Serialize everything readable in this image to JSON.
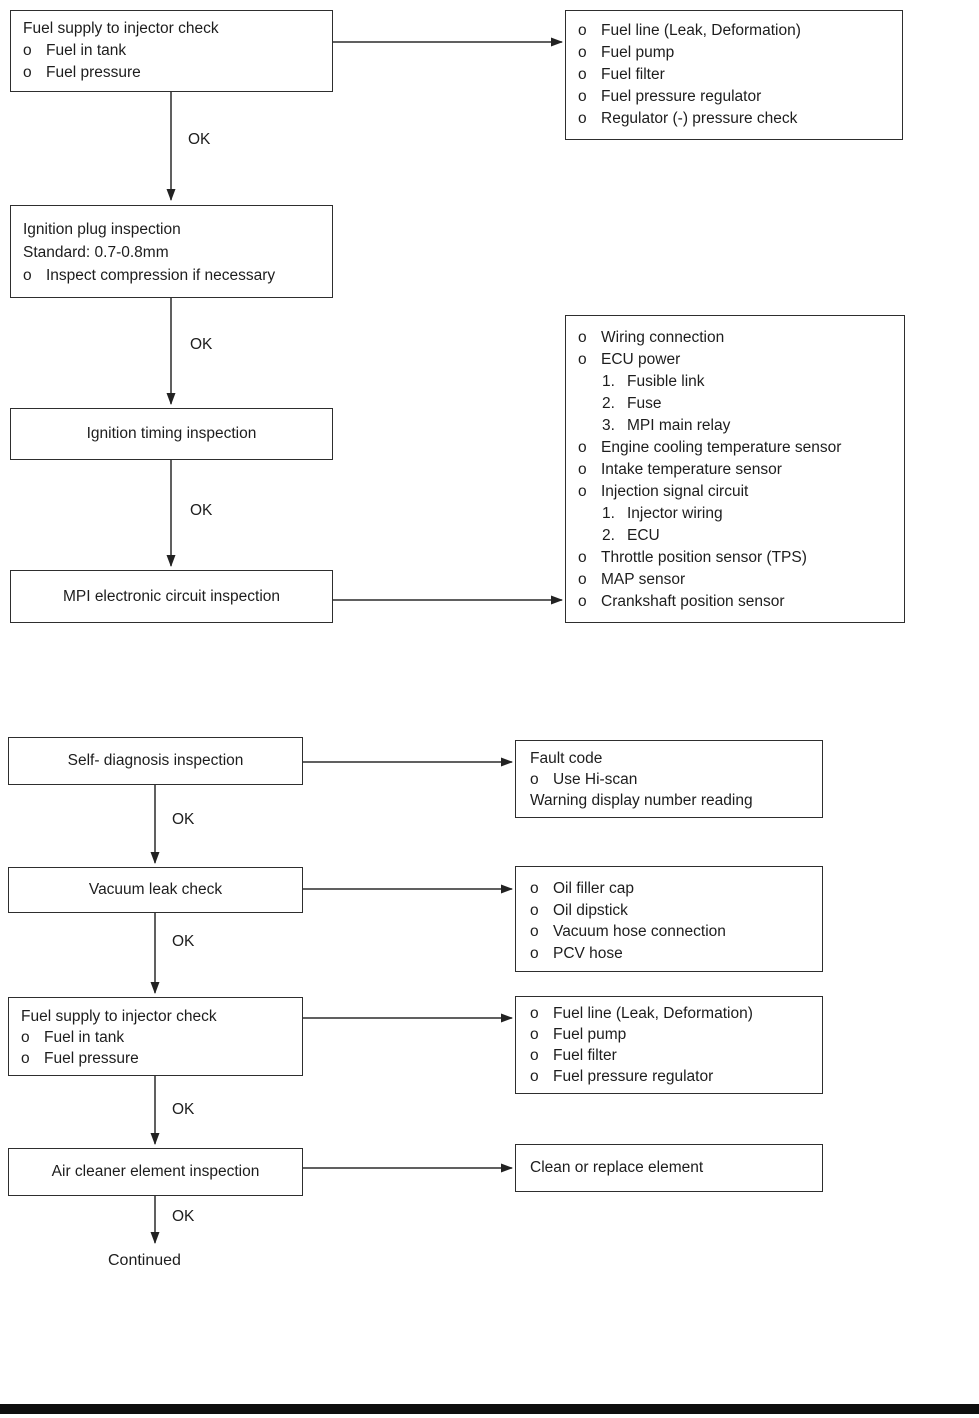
{
  "labels": {
    "ok": "OK",
    "continued": "Continued"
  },
  "nodes": {
    "fuel_supply_1": {
      "title": "Fuel supply to injector check",
      "items": [
        {
          "prefix": "o",
          "text": "Fuel in tank"
        },
        {
          "prefix": "o",
          "text": "Fuel pressure"
        }
      ]
    },
    "ignition_plug": {
      "line1": "Ignition plug inspection",
      "line2": "Standard: 0.7-0.8mm",
      "items": [
        {
          "prefix": "o",
          "text": "Inspect compression if necessary"
        }
      ]
    },
    "ignition_timing": {
      "title": "Ignition timing inspection"
    },
    "mpi_circuit": {
      "title": "MPI electronic circuit inspection"
    },
    "self_diagnosis": {
      "title": "Self- diagnosis inspection"
    },
    "vacuum_leak": {
      "title": "Vacuum leak check"
    },
    "fuel_supply_2": {
      "title": "Fuel supply to injector check",
      "items": [
        {
          "prefix": "o",
          "text": "Fuel in tank"
        },
        {
          "prefix": "o",
          "text": "Fuel pressure"
        }
      ]
    },
    "air_cleaner": {
      "title": "Air cleaner element inspection"
    }
  },
  "details": {
    "fuel_system_1": {
      "items": [
        {
          "prefix": "o",
          "text": "Fuel line (Leak, Deformation)"
        },
        {
          "prefix": "o",
          "text": "Fuel pump"
        },
        {
          "prefix": "o",
          "text": "Fuel filter"
        },
        {
          "prefix": "o",
          "text": "Fuel pressure regulator"
        },
        {
          "prefix": "o",
          "text": "Regulator (-) pressure check"
        }
      ]
    },
    "mpi_items": {
      "items": [
        {
          "prefix": "o",
          "text": "Wiring connection"
        },
        {
          "prefix": "o",
          "text": "ECU power"
        },
        {
          "prefix": "1.",
          "text": "Fusible link"
        },
        {
          "prefix": "2.",
          "text": "Fuse"
        },
        {
          "prefix": "3.",
          "text": "MPI main relay"
        },
        {
          "prefix": "o",
          "text": "Engine cooling temperature sensor"
        },
        {
          "prefix": "o",
          "text": "Intake temperature sensor"
        },
        {
          "prefix": "o",
          "text": "Injection signal circuit"
        },
        {
          "prefix": "1.",
          "text": "Injector wiring"
        },
        {
          "prefix": "2.",
          "text": "ECU"
        },
        {
          "prefix": "o",
          "text": "Throttle position sensor (TPS)"
        },
        {
          "prefix": "o",
          "text": "MAP sensor"
        },
        {
          "prefix": "o",
          "text": "Crankshaft position sensor"
        }
      ]
    },
    "fault_code": {
      "line1": "Fault code",
      "items": [
        {
          "prefix": "o",
          "text": "Use Hi-scan"
        }
      ],
      "line2": "Warning display number reading"
    },
    "vacuum_items": {
      "items": [
        {
          "prefix": "o",
          "text": "Oil filler cap"
        },
        {
          "prefix": "o",
          "text": "Oil dipstick"
        },
        {
          "prefix": "o",
          "text": "Vacuum hose connection"
        },
        {
          "prefix": "o",
          "text": "PCV hose"
        }
      ]
    },
    "fuel_system_2": {
      "items": [
        {
          "prefix": "o",
          "text": "Fuel line (Leak, Deformation)"
        },
        {
          "prefix": "o",
          "text": "Fuel pump"
        },
        {
          "prefix": "o",
          "text": "Fuel filter"
        },
        {
          "prefix": "o",
          "text": "Fuel pressure regulator"
        }
      ]
    },
    "air_cleaner_action": {
      "text": "Clean or replace element"
    }
  }
}
